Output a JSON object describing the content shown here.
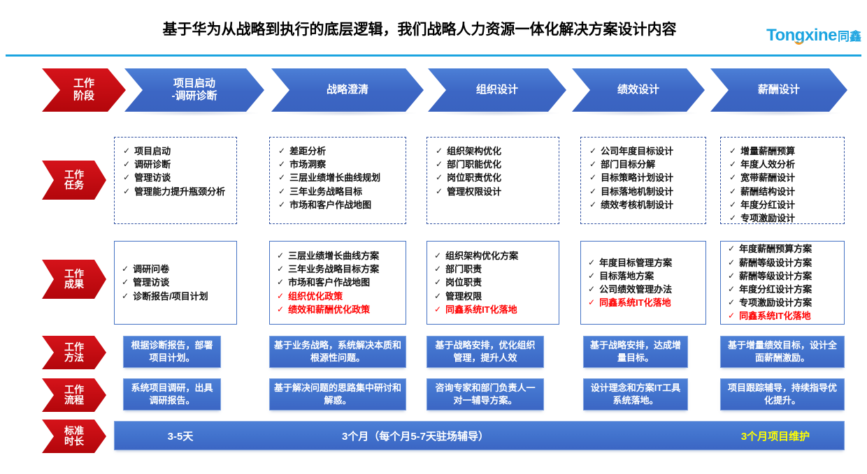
{
  "header": {
    "title": "基于华为从战略到执行的底层逻辑，我们战略人力资源一体化解决方案设计内容",
    "logo_latin": "Tongxine",
    "logo_cjk": "同鑫",
    "accent_color": "#1BA4E0",
    "rule_color": "#1BA4E0"
  },
  "colors": {
    "red": "#C5070D",
    "blue": "#4070CB",
    "highlight_red": "#FF0000",
    "highlight_yellow": "#FFFF00"
  },
  "stages": {
    "label": "工作\n阶段",
    "label_line1": "工作",
    "label_line2": "阶段",
    "items": [
      {
        "line1": "项目启动",
        "line2": "-调研诊断"
      },
      {
        "line1": "战略澄清",
        "line2": ""
      },
      {
        "line1": "组织设计",
        "line2": ""
      },
      {
        "line1": "绩效设计",
        "line2": ""
      },
      {
        "line1": "薪酬设计",
        "line2": ""
      }
    ]
  },
  "row_labels": [
    {
      "line1": "工作",
      "line2": "任务"
    },
    {
      "line1": "工作",
      "line2": "成果"
    },
    {
      "line1": "工作",
      "line2": "方法"
    },
    {
      "line1": "工作",
      "line2": "流程"
    },
    {
      "line1": "标准",
      "line2": "时长"
    }
  ],
  "tasks": [
    {
      "items": [
        {
          "text": "项目启动",
          "red": false
        },
        {
          "text": "调研诊断",
          "red": false
        },
        {
          "text": "管理访谈",
          "red": false
        },
        {
          "text": "管理能力提升瓶颈分析",
          "red": false,
          "wrap": true
        }
      ]
    },
    {
      "items": [
        {
          "text": "差距分析",
          "red": false
        },
        {
          "text": "市场洞察",
          "red": false
        },
        {
          "text": "三层业绩增长曲线规划",
          "red": false
        },
        {
          "text": "三年业务战略目标",
          "red": false
        },
        {
          "text": "市场和客户作战地图",
          "red": false
        }
      ]
    },
    {
      "items": [
        {
          "text": "组织架构优化",
          "red": false
        },
        {
          "text": "部门职能优化",
          "red": false
        },
        {
          "text": "岗位职责优化",
          "red": false
        },
        {
          "text": "管理权限设计",
          "red": false
        }
      ]
    },
    {
      "items": [
        {
          "text": "公司年度目标设计",
          "red": false
        },
        {
          "text": "部门目标分解",
          "red": false
        },
        {
          "text": "目标策略计划设计",
          "red": false
        },
        {
          "text": "目标落地机制设计",
          "red": false
        },
        {
          "text": "绩效考核机制设计",
          "red": false
        }
      ]
    },
    {
      "items": [
        {
          "text": "增量薪酬预算",
          "red": false
        },
        {
          "text": "年度人效分析",
          "red": false
        },
        {
          "text": "宽带薪酬设计",
          "red": false
        },
        {
          "text": "薪酬结构设计",
          "red": false
        },
        {
          "text": "年度分红设计",
          "red": false
        },
        {
          "text": "专项激励设计",
          "red": false
        }
      ]
    }
  ],
  "outcomes": [
    {
      "items": [
        {
          "text": "调研问卷",
          "red": false
        },
        {
          "text": "管理访谈",
          "red": false
        },
        {
          "text": "诊断报告/项目计划",
          "red": false
        }
      ]
    },
    {
      "items": [
        {
          "text": "三层业绩增长曲线方案",
          "red": false
        },
        {
          "text": "三年业务战略目标方案",
          "red": false
        },
        {
          "text": "市场和客户作战地图",
          "red": false
        },
        {
          "text": "组织优化政策",
          "red": true
        },
        {
          "text": "绩效和薪酬优化政策",
          "red": true
        }
      ]
    },
    {
      "items": [
        {
          "text": "组织架构优化方案",
          "red": false
        },
        {
          "text": "部门职责",
          "red": false
        },
        {
          "text": "岗位职责",
          "red": false
        },
        {
          "text": "管理权限",
          "red": false
        },
        {
          "text": "同鑫系统IT化落地",
          "red": true
        }
      ]
    },
    {
      "items": [
        {
          "text": "年度目标管理方案",
          "red": false
        },
        {
          "text": "目标落地方案",
          "red": false
        },
        {
          "text": "公司绩效管理办法",
          "red": false
        },
        {
          "text": "同鑫系统IT化落地",
          "red": true
        }
      ]
    },
    {
      "items": [
        {
          "text": "年度薪酬预算方案",
          "red": false
        },
        {
          "text": "薪酬等级设计方案",
          "red": false
        },
        {
          "text": "薪酬等级设计方案",
          "red": false
        },
        {
          "text": "年度分红设计方案",
          "red": false
        },
        {
          "text": "专项激励设计方案",
          "red": false
        },
        {
          "text": "同鑫系统IT化落地",
          "red": true
        }
      ]
    }
  ],
  "methods": [
    "根据诊断报告，部署项目计划。",
    "基于业务战略，系统解决本质和根源性问题。",
    "基于战略安排，优化组织管理，提升人效",
    "基于战略安排，达成增量目标。",
    "基于增量绩效目标，设计全面薪酬激励。"
  ],
  "processes": [
    "系统项目调研，出具调研报告。",
    "基于解决问题的思路集中研讨和解惑。",
    "咨询专家和部门负责人一对一辅导方案。",
    "设计理念和方案IT工具系统落地。",
    "项目跟踪辅导，持续指导优化提升。"
  ],
  "duration": {
    "segments": [
      {
        "text": "3-5天",
        "highlight": false
      },
      {
        "text": "3个月（每个月5-7天驻场辅导）",
        "highlight": false
      },
      {
        "text": "3个月项目维护",
        "highlight": true
      }
    ]
  }
}
